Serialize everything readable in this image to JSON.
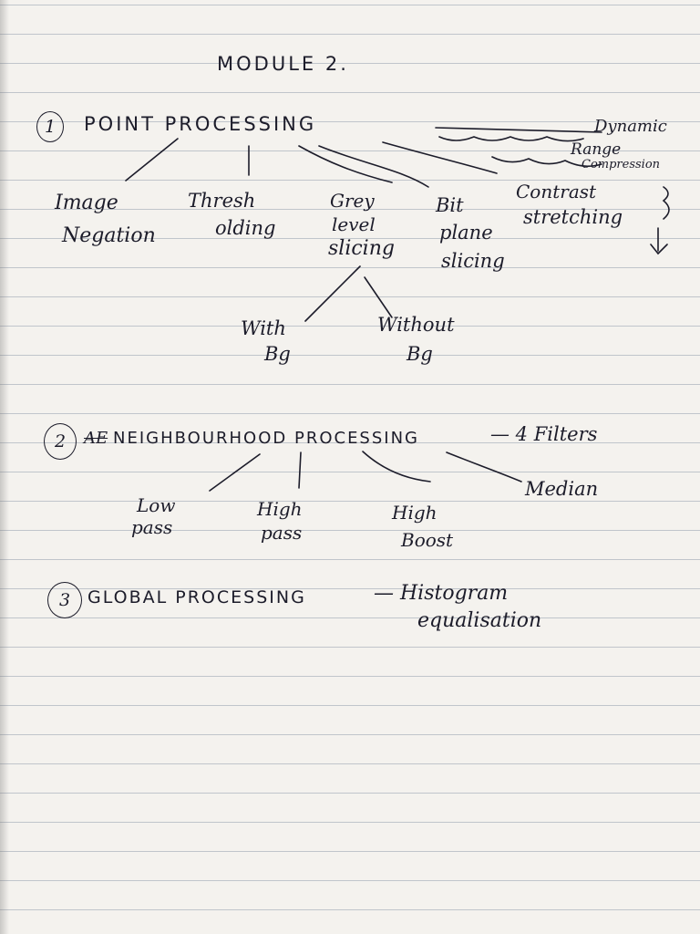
{
  "title": "MODULE 2.",
  "sections": [
    {
      "number": "1",
      "heading": "POINT PROCESSING",
      "branches": [
        {
          "line1": "Image",
          "line2": "Negation"
        },
        {
          "line1": "Thresh",
          "line2": "olding"
        },
        {
          "line1": "Grey",
          "line2": "level",
          "line3": "slicing"
        },
        {
          "line1": "Bit",
          "line2": "plane",
          "line3": "slicing"
        }
      ],
      "sub_branches": [
        {
          "line1": "With",
          "line2": "Bg"
        },
        {
          "line1": "Without",
          "line2": "Bg"
        }
      ],
      "side_notes": {
        "dynamic": "Dynamic",
        "range": "Range",
        "compression": "Compression",
        "contrast": "Contrast",
        "stretching": "stretching"
      }
    },
    {
      "number": "2",
      "heading": "NEIGHBOURHOOD PROCESSING",
      "strike": "AE",
      "suffix": "— 4 Filters",
      "branches": [
        {
          "line1": "Low",
          "line2": "pass"
        },
        {
          "line1": "High",
          "line2": "pass"
        },
        {
          "line1": "High",
          "line2": "Boost"
        },
        {
          "line1": "Median"
        }
      ]
    },
    {
      "number": "3",
      "heading": "GLOBAL PROCESSING",
      "suffix": "— Histogram",
      "suffix2": "equalisation"
    }
  ]
}
